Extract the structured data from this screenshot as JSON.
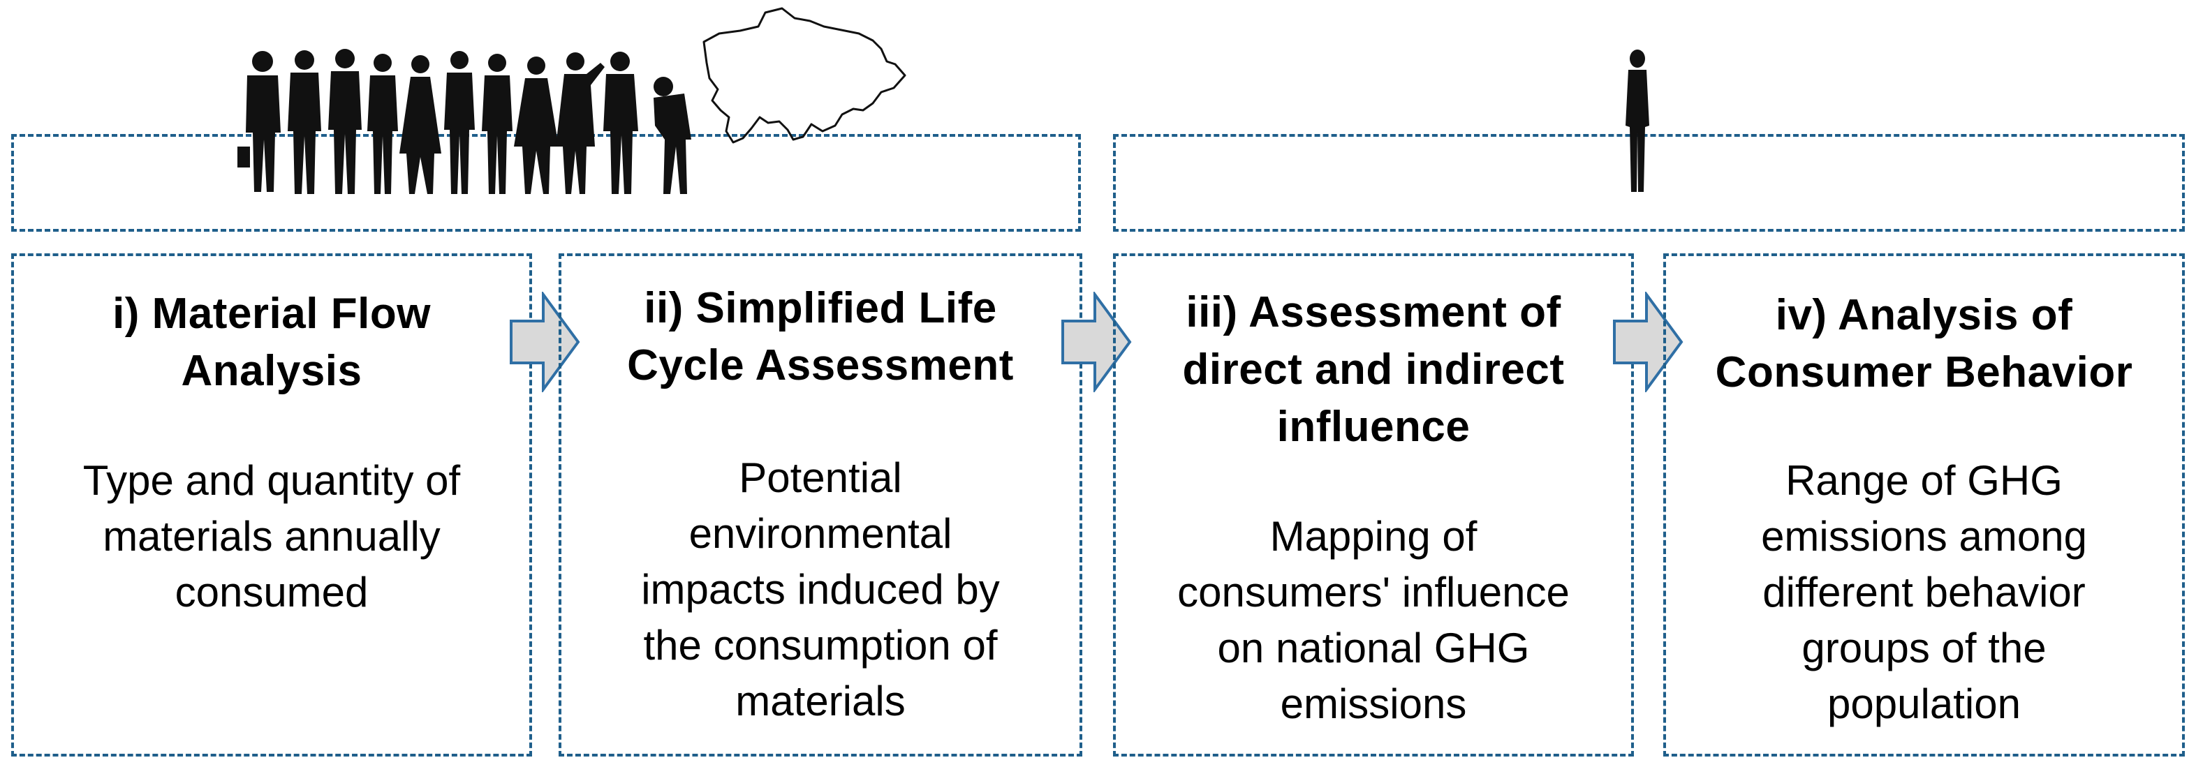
{
  "colors": {
    "dash_border": "#1f5f8b",
    "arrow_fill": "#d9d9d9",
    "arrow_stroke": "#2f6fa5",
    "silhouette": "#111111",
    "text": "#000000"
  },
  "icons": {
    "crowd": "crowd-silhouettes-icon",
    "map": "country-outline-map-icon",
    "person": "single-person-silhouette-icon",
    "arrow": "right-arrow-icon"
  },
  "steps": [
    {
      "title_line1": "i) Material Flow",
      "title_line2": "Analysis",
      "desc_lines": [
        "Type and quantity of",
        "materials annually",
        "consumed"
      ]
    },
    {
      "title_line1": "ii) Simplified Life",
      "title_line2": "Cycle Assessment",
      "desc_lines": [
        "Potential",
        "environmental",
        "impacts induced by",
        "the consumption of",
        "materials"
      ]
    },
    {
      "title_line1": "iii) Assessment of",
      "title_line2": "direct and indirect",
      "title_line3": "influence",
      "desc_lines": [
        "Mapping of",
        "consumers' influence",
        "on national GHG",
        "emissions"
      ]
    },
    {
      "title_line1": "iv) Analysis of",
      "title_line2": "Consumer Behavior",
      "desc_lines": [
        "Range of GHG",
        "emissions among",
        "different behavior",
        "groups of the",
        "population"
      ]
    }
  ]
}
